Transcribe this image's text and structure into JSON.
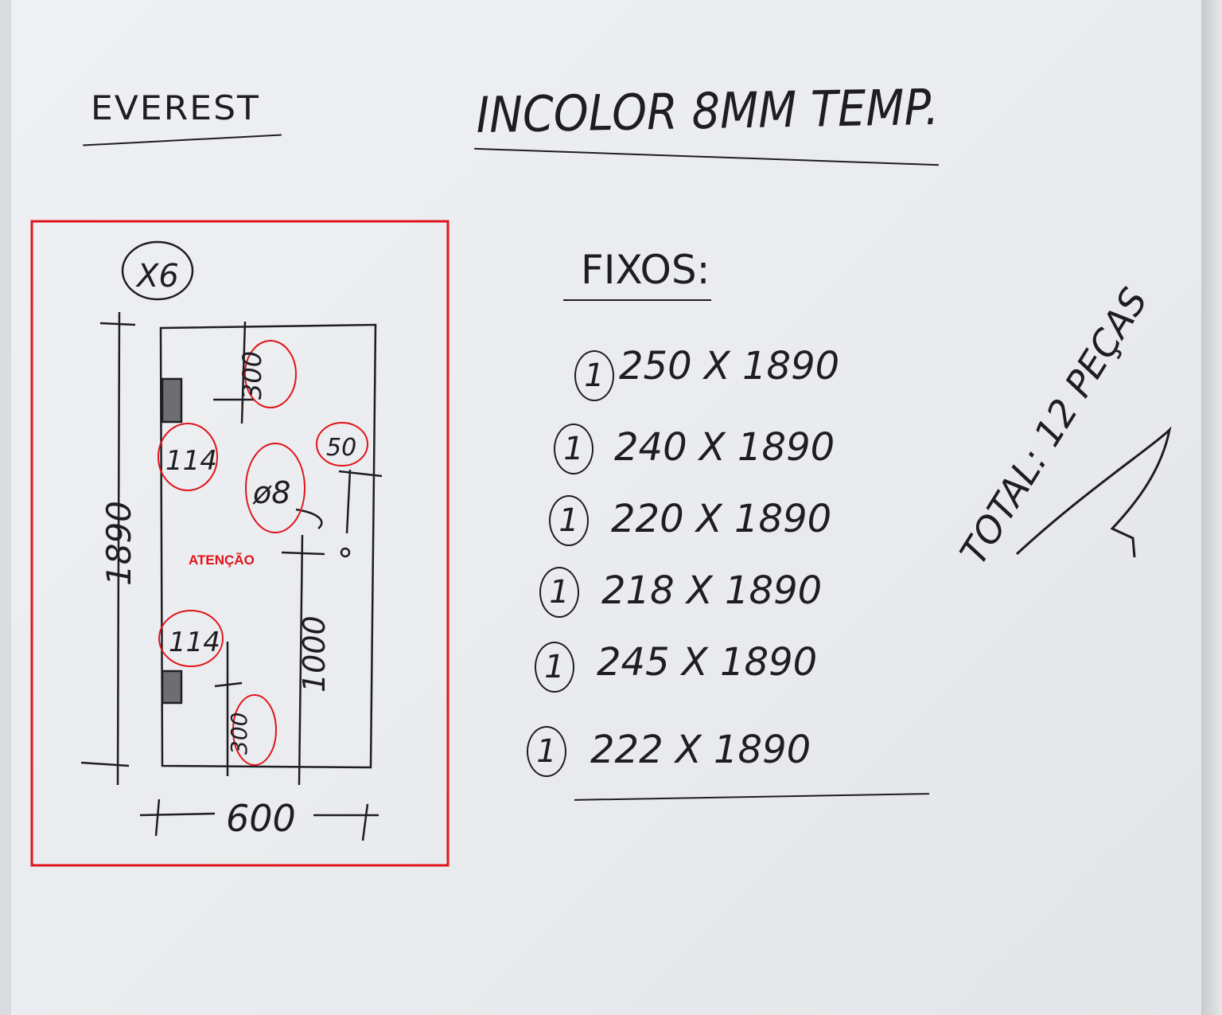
{
  "header": {
    "client": "EVEREST",
    "glass_spec": "INCOLOR 8MM TEMP."
  },
  "drawing": {
    "quantity": "X6",
    "height": "1890",
    "width": "600",
    "hinge_offset_top": "300",
    "hinge_offset_bottom": "300",
    "hinge_size_top": "114",
    "hinge_size_bottom": "114",
    "hole_diameter": "ø8",
    "hole_edge_offset": "50",
    "hole_height": "1000",
    "warning_label": "ATENÇÃO",
    "highlight_color": "#e0141a"
  },
  "fixed_section": {
    "title": "FIXOS:",
    "items": [
      {
        "qty": "1",
        "size": "250 X 1890"
      },
      {
        "qty": "1",
        "size": "240 X 1890"
      },
      {
        "qty": "1",
        "size": "220 X 1890"
      },
      {
        "qty": "1",
        "size": "218 X 1890"
      },
      {
        "qty": "1",
        "size": "245 X 1890"
      },
      {
        "qty": "1",
        "size": "222 X 1890"
      }
    ]
  },
  "total": "TOTAL: 12 PEÇAS"
}
